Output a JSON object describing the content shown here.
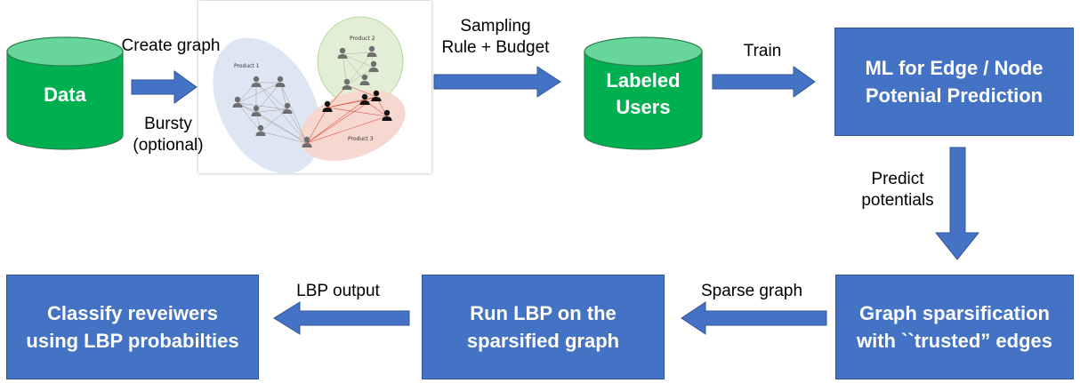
{
  "nodes": {
    "data": "Data",
    "labeled_users": [
      "Labeled",
      "Users"
    ],
    "ml": [
      "ML for Edge / Node",
      "Potenial Prediction"
    ],
    "sparsify": [
      "Graph sparsification",
      "with ``trusted” edges"
    ],
    "run_lbp": [
      "Run LBP on the",
      "sparsified graph"
    ],
    "classify": [
      "Classify reveiwers",
      "using LBP probabilties"
    ]
  },
  "edges": {
    "create_graph": "Create graph",
    "bursty": [
      "Bursty",
      "(optional)"
    ],
    "sampling": [
      "Sampling",
      "Rule + Budget"
    ],
    "train": "Train",
    "predict": [
      "Predict",
      "potentials"
    ],
    "sparse_graph": "Sparse graph",
    "lbp_output": "LBP output"
  },
  "graph_image": {
    "clusters": [
      "Product 1",
      "Product 2",
      "Product 3"
    ]
  },
  "colors": {
    "box_fill": "#4472C4",
    "box_border": "#2F5597",
    "cylinder_fill": "#00B050",
    "cylinder_top": "#66D69A",
    "arrow_fill": "#4472C4"
  }
}
